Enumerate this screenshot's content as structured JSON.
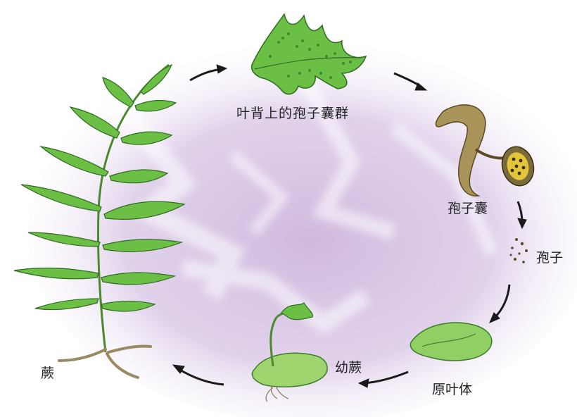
{
  "diagram": {
    "stages": [
      {
        "id": "sorus_leaf",
        "label": "叶背上的孢子囊群",
        "icon": "fern-leaf-with-sori-icon"
      },
      {
        "id": "sporangium",
        "label": "孢子囊",
        "icon": "sporangium-icon"
      },
      {
        "id": "spore",
        "label": "孢子",
        "icon": "spores-icon"
      },
      {
        "id": "prothallus",
        "label": "原叶体",
        "icon": "prothallus-icon"
      },
      {
        "id": "young_fern",
        "label": "幼蕨",
        "icon": "young-fern-icon"
      },
      {
        "id": "fern",
        "label": "蕨",
        "icon": "mature-fern-icon"
      }
    ],
    "cycle_direction": "clockwise",
    "colors": {
      "background_wash": "#d9c7e4",
      "leaf_green": "#5fae3c",
      "leaf_dark": "#2f6b22",
      "sporangium_brown": "#a08a50",
      "spore_yellow": "#e2c53a",
      "arrow": "#1a1a1a",
      "label": "#222222"
    }
  }
}
